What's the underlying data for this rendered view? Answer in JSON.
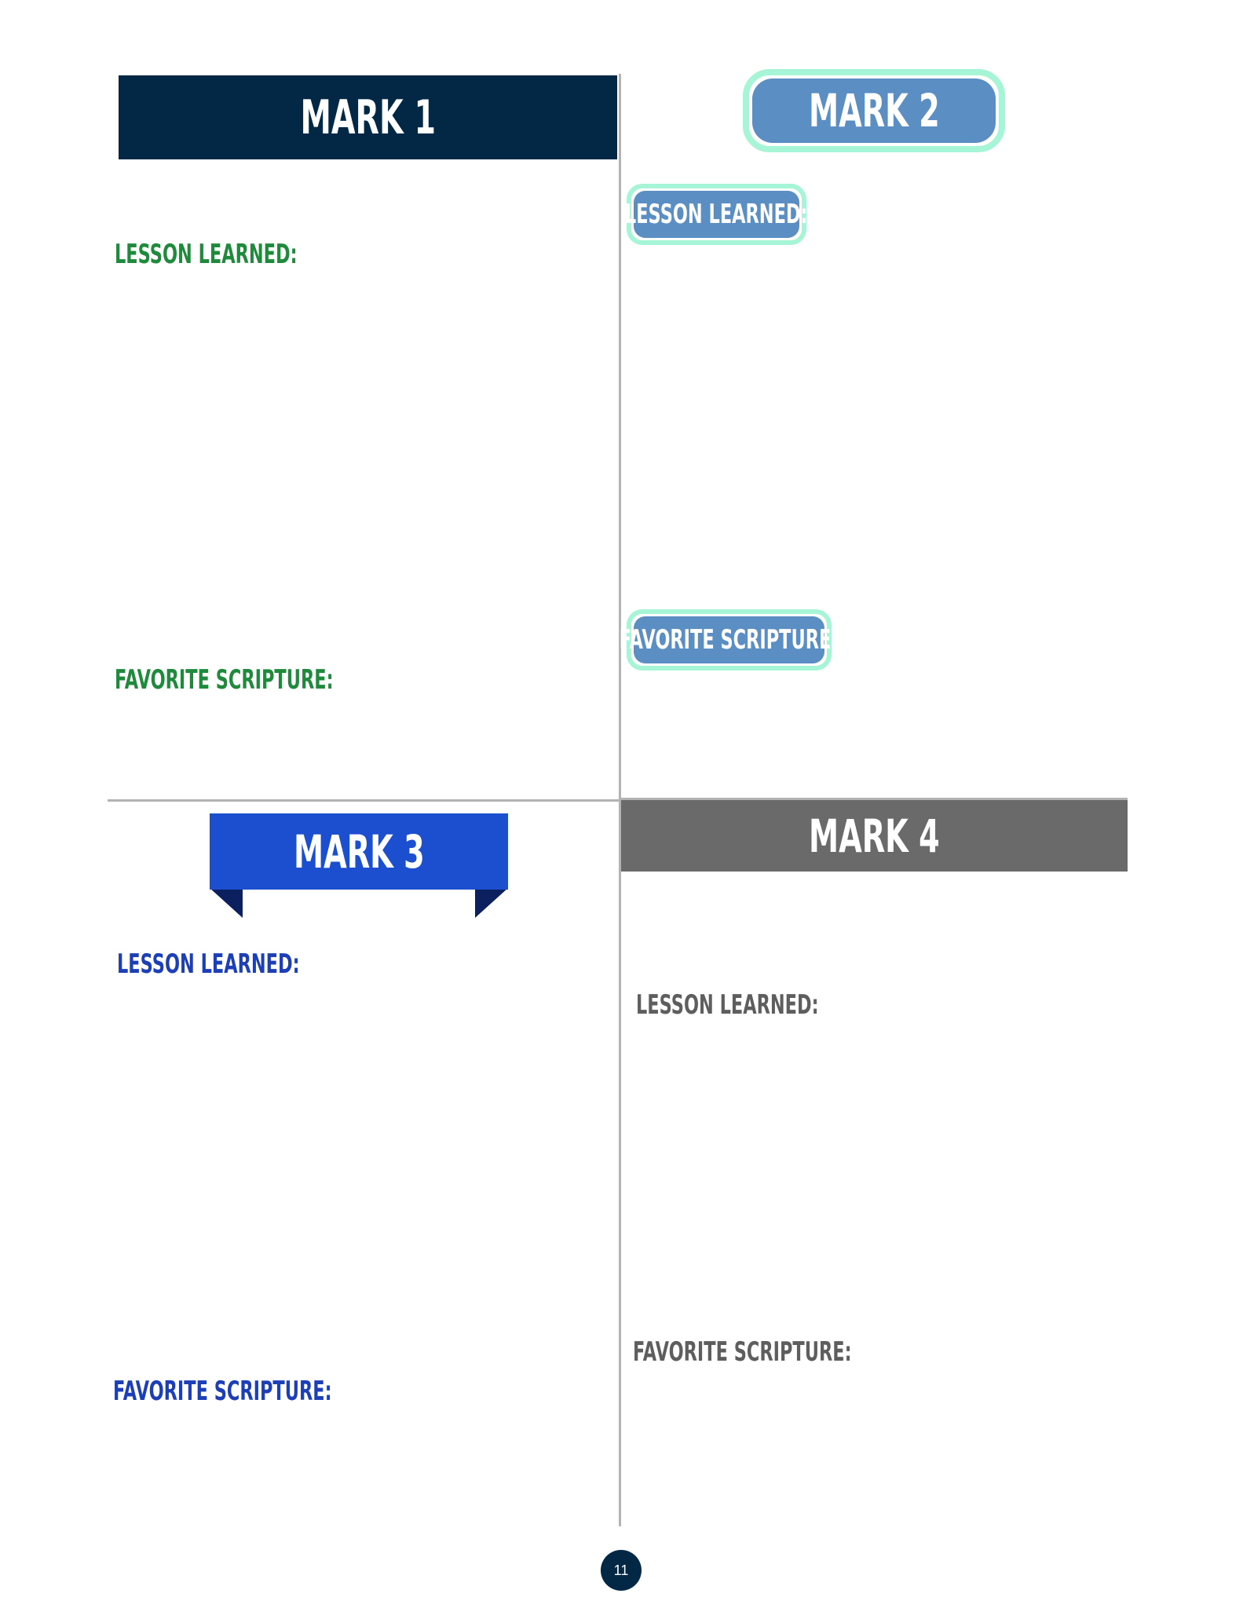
{
  "mark1": {
    "title": "MARK 1",
    "lesson_label": "LESSON LEARNED:",
    "scripture_label": "FAVORITE SCRIPTURE:",
    "header_color": "#022846",
    "label_color": "#1f8a3b"
  },
  "mark2": {
    "title": "MARK 2",
    "lesson_label": "LESSON LEARNED:",
    "scripture_label": "FAVORITE SCRIPTURE:",
    "fill_color": "#5b8ec3",
    "outline_color": "#a6f5d6"
  },
  "mark3": {
    "title": "MARK 3",
    "lesson_label": "LESSON LEARNED:",
    "scripture_label": "FAVORITE SCRIPTURE:",
    "ribbon_color": "#1c4fcf",
    "ribbon_tail_color": "#0c1f5e",
    "label_color": "#1c3fb8"
  },
  "mark4": {
    "title": "MARK 4",
    "lesson_label": "LESSON LEARNED:",
    "scripture_label": "FAVORITE SCRIPTURE:",
    "header_color": "#6a6a6a",
    "label_color": "#5e5e5e"
  },
  "page_number": "11"
}
